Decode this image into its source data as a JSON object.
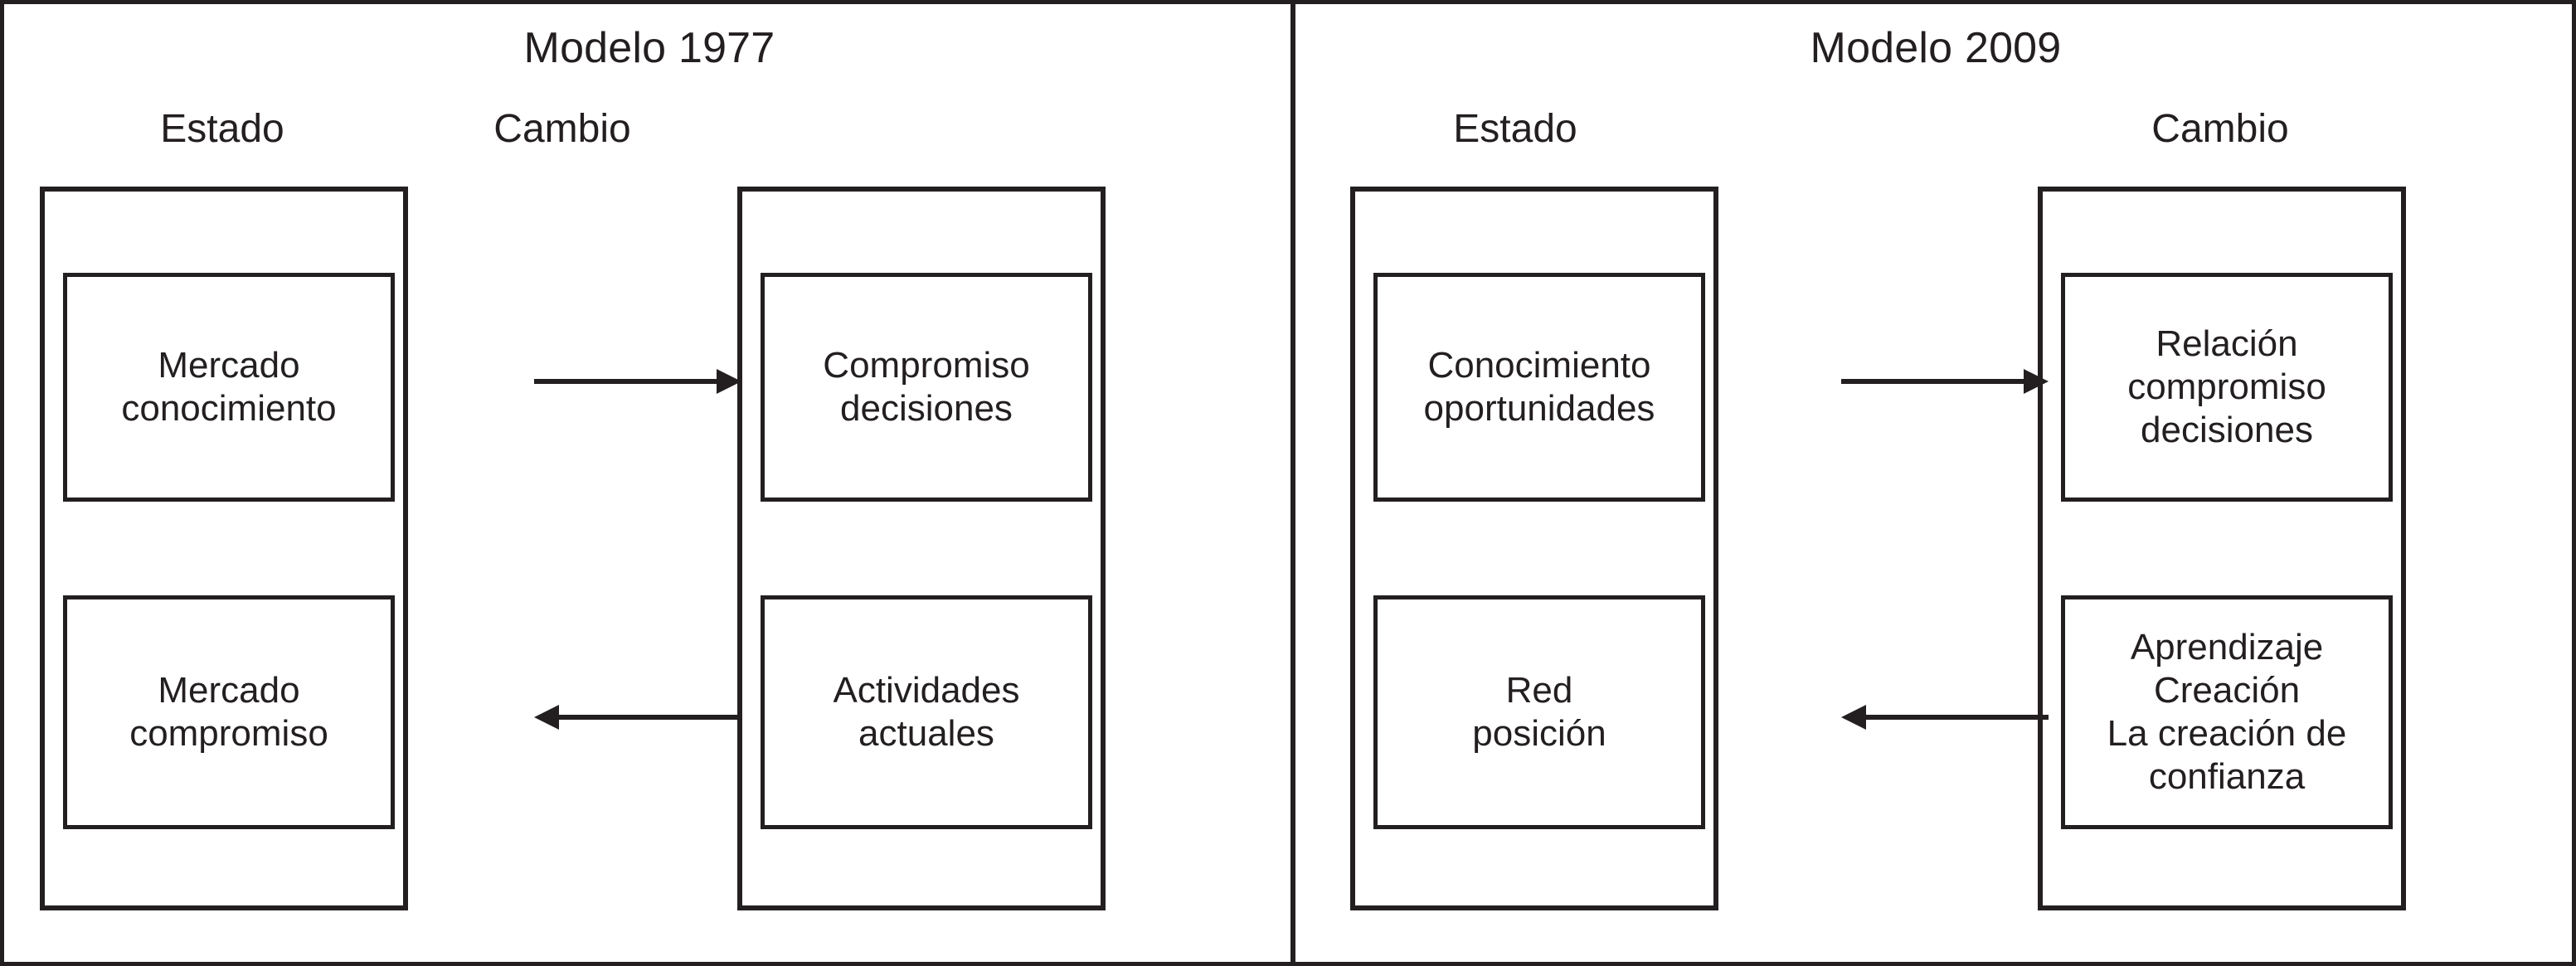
{
  "figure": {
    "background_color": "#ffffff",
    "line_color": "#231f20"
  },
  "panels": [
    {
      "id": "modelo-1977",
      "title": "Modelo 1977",
      "columns": [
        {
          "id": "estado",
          "label": "Estado"
        },
        {
          "id": "cambio",
          "label": "Cambio"
        }
      ],
      "boxes": [
        {
          "id": "mercado-conocimiento",
          "column": "estado",
          "row": "top",
          "text": "Mercado\nconocimiento"
        },
        {
          "id": "mercado-compromiso",
          "column": "estado",
          "row": "bottom",
          "text": "Mercado\ncompromiso"
        },
        {
          "id": "compromiso-decisiones",
          "column": "cambio",
          "row": "top",
          "text": "Compromiso\ndecisiones"
        },
        {
          "id": "actividades-actuales",
          "column": "cambio",
          "row": "bottom",
          "text": "Actividades actuales"
        }
      ],
      "arrows": [
        {
          "id": "arrow-estado-to-cambio",
          "direction": "right",
          "from": "mercado-conocimiento",
          "to": "compromiso-decisiones"
        },
        {
          "id": "arrow-cambio-to-estado",
          "direction": "left",
          "from": "actividades-actuales",
          "to": "mercado-compromiso"
        }
      ]
    },
    {
      "id": "modelo-2009",
      "title": "Modelo 2009",
      "columns": [
        {
          "id": "estado",
          "label": "Estado"
        },
        {
          "id": "cambio",
          "label": "Cambio"
        }
      ],
      "boxes": [
        {
          "id": "conocimiento-oportunidades",
          "column": "estado",
          "row": "top",
          "text": "Conocimiento\noportunidades"
        },
        {
          "id": "red-posicion",
          "column": "estado",
          "row": "bottom",
          "text": "Red\nposición"
        },
        {
          "id": "relacion-compromiso-decisiones",
          "column": "cambio",
          "row": "top",
          "text": "Relación\ncompromiso\ndecisiones"
        },
        {
          "id": "aprendizaje-creacion",
          "column": "cambio",
          "row": "bottom",
          "text": "Aprendizaje\nCreación\nLa creación de\nconfianza"
        }
      ],
      "arrows": [
        {
          "id": "arrow-estado-to-cambio",
          "direction": "right",
          "from": "conocimiento-oportunidades",
          "to": "relacion-compromiso-decisiones"
        },
        {
          "id": "arrow-cambio-to-estado",
          "direction": "left",
          "from": "aprendizaje-creacion",
          "to": "red-posicion"
        }
      ]
    }
  ]
}
